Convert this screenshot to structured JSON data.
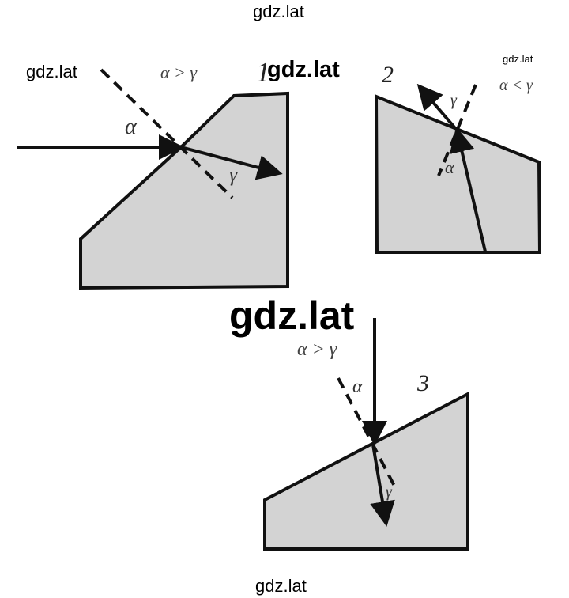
{
  "watermark": "gdz.lat",
  "colors": {
    "prism_fill": "#d3d3d3",
    "stroke": "#111111"
  },
  "figures": [
    {
      "number": "1",
      "relation": "α > γ",
      "incidence_label": "α",
      "refraction_label": "γ"
    },
    {
      "number": "2",
      "relation": "α < γ",
      "incidence_label": "α",
      "refraction_label": "γ"
    },
    {
      "number": "3",
      "relation": "α > γ",
      "incidence_label": "α",
      "refraction_label": "γ"
    }
  ]
}
